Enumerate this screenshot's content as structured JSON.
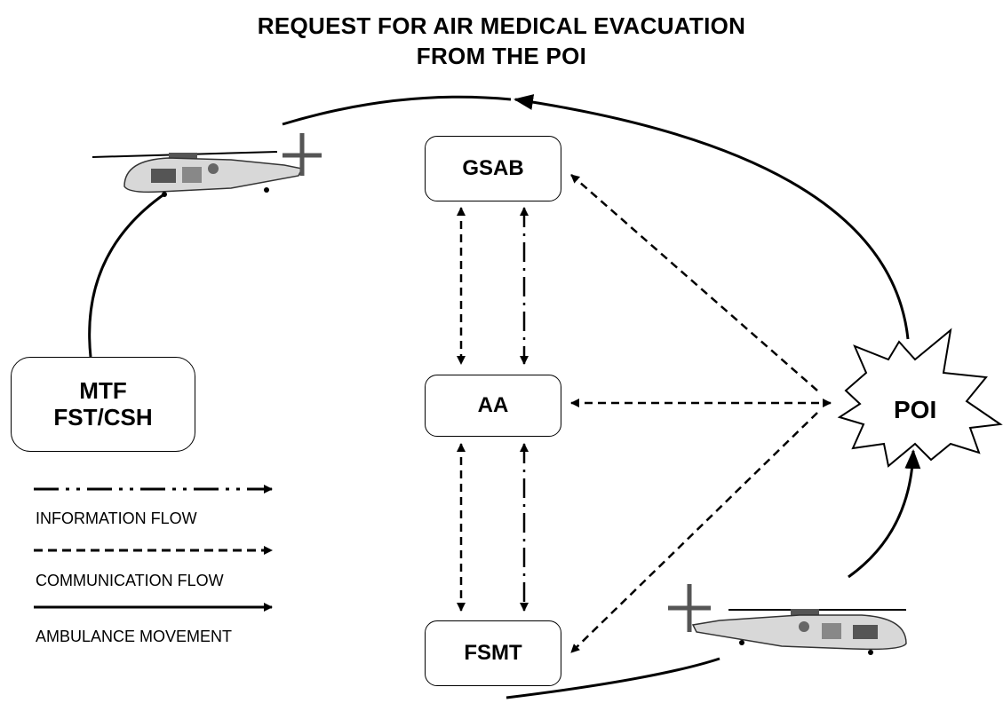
{
  "title": {
    "line1": "REQUEST FOR AIR MEDICAL EVACUATION",
    "line2": "FROM THE POI"
  },
  "nodes": {
    "gsab": "GSAB",
    "aa": "AA",
    "fsmt": "FSMT",
    "mtf_line1": "MTF",
    "mtf_line2": "FST/CSH",
    "poi": "POI"
  },
  "legend": {
    "information_flow": "INFORMATION FLOW",
    "communication_flow": "COMMUNICATION FLOW",
    "ambulance_movement": "AMBULANCE MOVEMENT"
  },
  "icons": {
    "helicopter": "helicopter-icon",
    "poi_burst": "starburst-icon"
  },
  "colors": {
    "line": "#000000",
    "background": "#ffffff"
  }
}
